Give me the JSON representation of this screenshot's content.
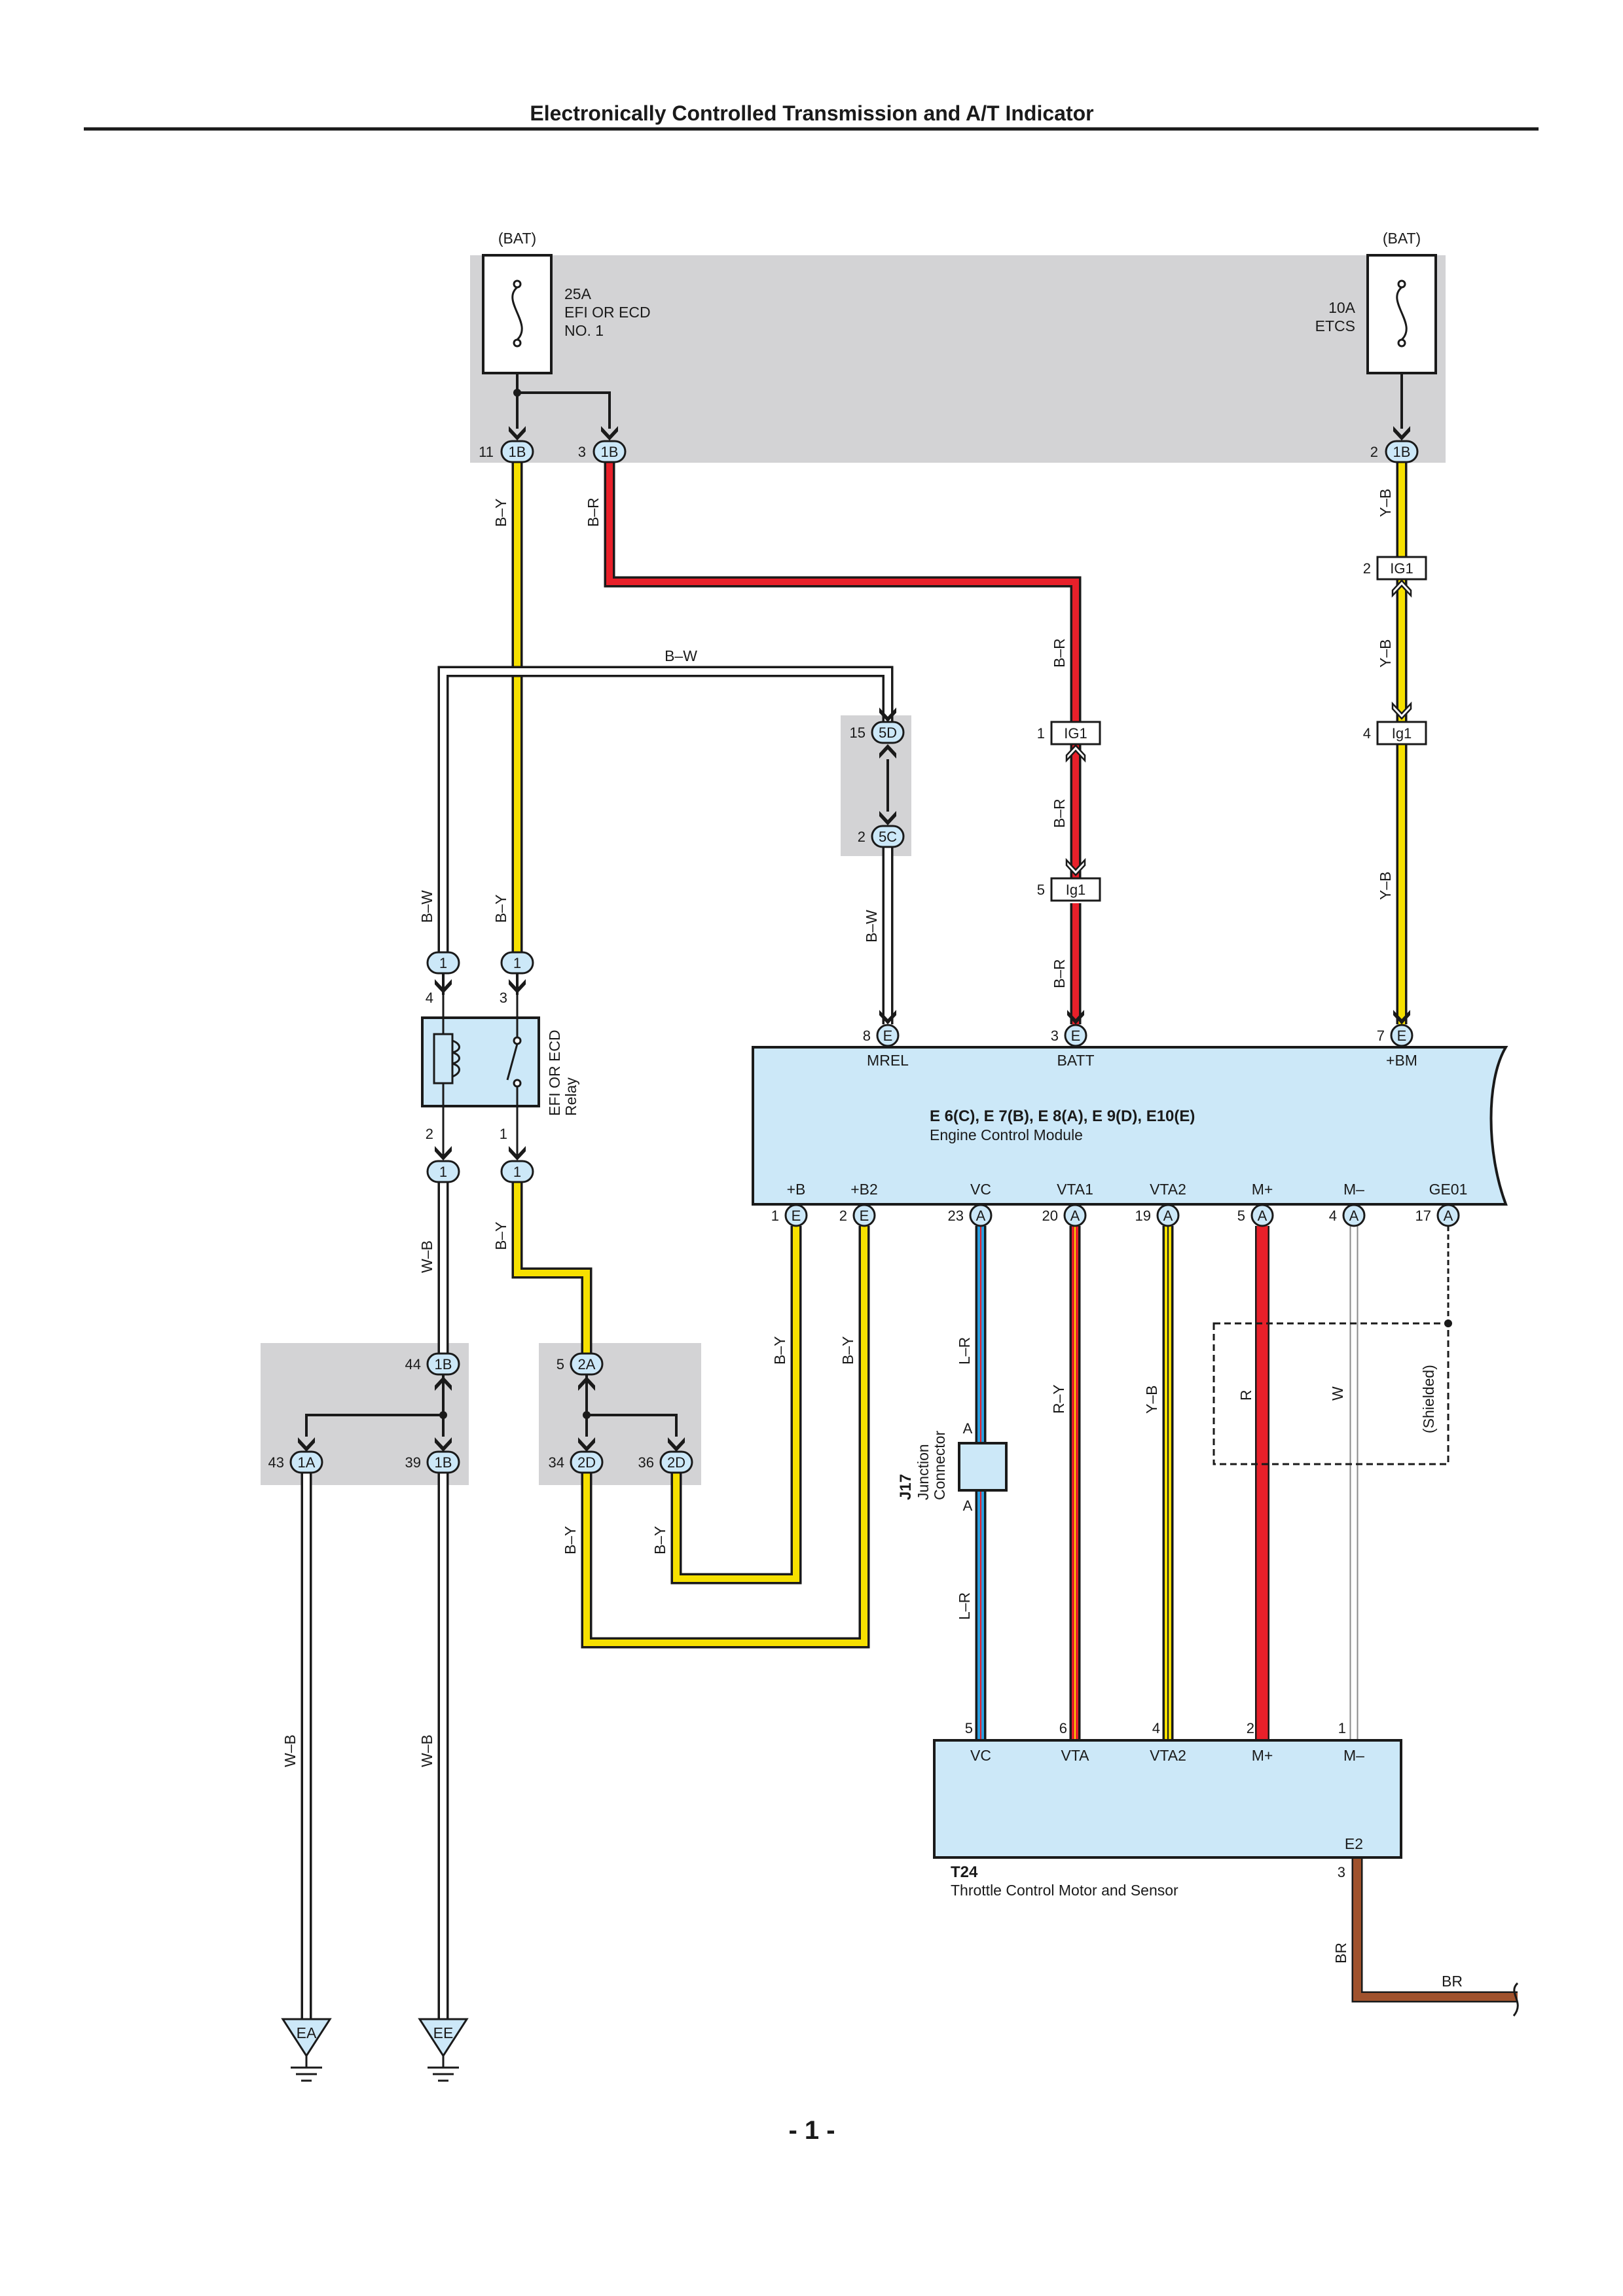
{
  "page": {
    "title": "Electronically Controlled Transmission and A/T Indicator",
    "page_number": "- 1 -"
  },
  "fuses": [
    {
      "source": "(BAT)",
      "rating": "25A",
      "name_line1": "EFI OR ECD",
      "name_line2": "NO. 1"
    },
    {
      "source": "(BAT)",
      "rating": "10A",
      "name_line1": "ETCS",
      "name_line2": ""
    }
  ],
  "relay": {
    "name_line1": "EFI OR ECD",
    "name_line2": "Relay",
    "pins": [
      "4",
      "3",
      "2",
      "1"
    ]
  },
  "ecm": {
    "code": "E 6(C), E 7(B), E 8(A), E 9(D), E10(E)",
    "name": "Engine Control Module",
    "top_terminals": [
      {
        "label": "MREL",
        "pin": "8",
        "connector": "E"
      },
      {
        "label": "BATT",
        "pin": "3",
        "connector": "E"
      },
      {
        "label": "+BM",
        "pin": "7",
        "connector": "E"
      }
    ],
    "bottom_terminals": [
      {
        "label": "+B",
        "pin": "1",
        "connector": "E"
      },
      {
        "label": "+B2",
        "pin": "2",
        "connector": "E"
      },
      {
        "label": "VC",
        "pin": "23",
        "connector": "A"
      },
      {
        "label": "VTA1",
        "pin": "20",
        "connector": "A"
      },
      {
        "label": "VTA2",
        "pin": "19",
        "connector": "A"
      },
      {
        "label": "M+",
        "pin": "5",
        "connector": "A"
      },
      {
        "label": "M–",
        "pin": "4",
        "connector": "A"
      },
      {
        "label": "GE01",
        "pin": "17",
        "connector": "A"
      }
    ]
  },
  "sensor": {
    "code": "T24",
    "name": "Throttle Control Motor and Sensor",
    "terminals": [
      {
        "label": "VC",
        "pin": "5"
      },
      {
        "label": "VTA",
        "pin": "6"
      },
      {
        "label": "VTA2",
        "pin": "4"
      },
      {
        "label": "M+",
        "pin": "2"
      },
      {
        "label": "M–",
        "pin": "1"
      }
    ],
    "ground": {
      "label": "E2",
      "pin": "3"
    }
  },
  "junction": {
    "code": "J17",
    "name_line1": "Junction",
    "name_line2": "Connector",
    "pin_label": "A"
  },
  "shield_label": "(Shielded)",
  "grounds": [
    "EA",
    "EE"
  ],
  "connectors": {
    "c1B_11": {
      "pin": "11",
      "code": "1B"
    },
    "c1B_3": {
      "pin": "3",
      "code": "1B"
    },
    "c1B_2": {
      "pin": "2",
      "code": "1B"
    },
    "cIG1_2": {
      "pin": "2",
      "code": "IG1"
    },
    "cIg1_4": {
      "pin": "4",
      "code": "Ig1"
    },
    "c5D": {
      "pin": "15",
      "code": "5D"
    },
    "c5C": {
      "pin": "2",
      "code": "5C"
    },
    "cIG1_1": {
      "pin": "1",
      "code": "IG1"
    },
    "cIg1_5": {
      "pin": "5",
      "code": "Ig1"
    },
    "cRel_4": {
      "code": "1"
    },
    "cRel_3": {
      "code": "1"
    },
    "cRel_2": {
      "code": "1"
    },
    "cRel_1": {
      "code": "1"
    },
    "c1B_44": {
      "pin": "44",
      "code": "1B"
    },
    "c1A_43": {
      "pin": "43",
      "code": "1A"
    },
    "c1B_39": {
      "pin": "39",
      "code": "1B"
    },
    "c2A_5": {
      "pin": "5",
      "code": "2A"
    },
    "c2D_34": {
      "pin": "34",
      "code": "2D"
    },
    "c2D_36": {
      "pin": "36",
      "code": "2D"
    }
  },
  "wire_labels": [
    {
      "id": "wBY1",
      "text": "B–Y"
    },
    {
      "id": "wBR1",
      "text": "B–R"
    },
    {
      "id": "wYB1",
      "text": "Y–B"
    },
    {
      "id": "wBW1",
      "text": "B–W"
    },
    {
      "id": "wBR2",
      "text": "B–R"
    },
    {
      "id": "wYB2",
      "text": "Y–B"
    },
    {
      "id": "wBR3",
      "text": "B–R"
    },
    {
      "id": "wYB3",
      "text": "Y–B"
    },
    {
      "id": "wBW2",
      "text": "B–W"
    },
    {
      "id": "wBY2",
      "text": "B–Y"
    },
    {
      "id": "wBW3",
      "text": "B–W"
    },
    {
      "id": "wBR4",
      "text": "B–R"
    },
    {
      "id": "wWB1",
      "text": "W–B"
    },
    {
      "id": "wBY3",
      "text": "B–Y"
    },
    {
      "id": "wBY4",
      "text": "B–Y"
    },
    {
      "id": "wBY5",
      "text": "B–Y"
    },
    {
      "id": "wLR1",
      "text": "L–R"
    },
    {
      "id": "wRY",
      "text": "R–Y"
    },
    {
      "id": "wYB4",
      "text": "Y–B"
    },
    {
      "id": "wR",
      "text": "R"
    },
    {
      "id": "wW",
      "text": "W"
    },
    {
      "id": "wBY6",
      "text": "B–Y"
    },
    {
      "id": "wBY7",
      "text": "B–Y"
    },
    {
      "id": "wLR2",
      "text": "L–R"
    },
    {
      "id": "wWB2",
      "text": "W–B"
    },
    {
      "id": "wWB3",
      "text": "W–B"
    },
    {
      "id": "wBR5",
      "text": "BR"
    },
    {
      "id": "wBR6",
      "text": "BR"
    }
  ],
  "colors": {
    "wire_black": "#1a1a1a",
    "wire_yellow": "#f6e000",
    "wire_red": "#e8202a",
    "wire_blue": "#2a9fe0",
    "wire_white": "#ffffff",
    "wire_brown": "#a0522d",
    "module_fill": "#cce8f8",
    "junction_fill": "#d3d3d5"
  }
}
